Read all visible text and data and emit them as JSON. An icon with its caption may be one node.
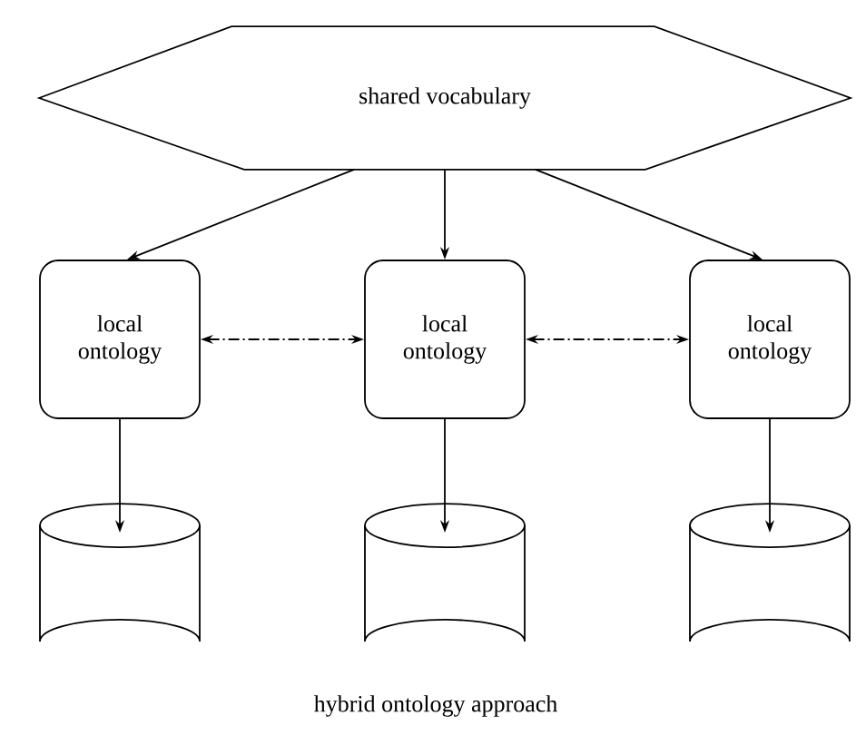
{
  "diagram": {
    "caption": "hybrid ontology approach",
    "nodes": [
      {
        "text": [
          "shared vocabulary"
        ]
      },
      {
        "text": [
          "local ontology"
        ]
      },
      {
        "text": [
          "local ontology"
        ]
      },
      {
        "text": [
          "local ontology"
        ]
      },
      {
        "text": [],
        "shape": "cylinder"
      },
      {
        "text": [],
        "shape": "cylinder"
      },
      {
        "text": [],
        "shape": "cylinder"
      }
    ],
    "edges": [
      {
        "from": 0,
        "to": 1,
        "arrow": "to"
      },
      {
        "from": 0,
        "to": 2,
        "arrow": "to"
      },
      {
        "from": 0,
        "to": 3,
        "arrow": "to"
      },
      {
        "from": 1,
        "to": 2,
        "arrow": "both",
        "style": "dashed"
      },
      {
        "from": 2,
        "to": 3,
        "arrow": "both",
        "style": "dashed"
      },
      {
        "from": 1,
        "to": 4,
        "arrow": "to"
      },
      {
        "from": 2,
        "to": 5,
        "arrow": "to"
      },
      {
        "from": 3,
        "to": 6,
        "arrow": "to"
      }
    ]
  }
}
